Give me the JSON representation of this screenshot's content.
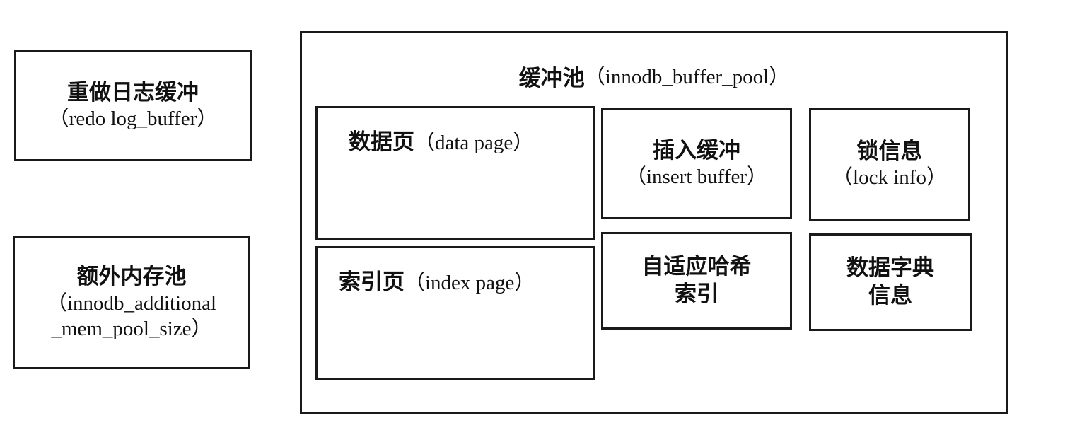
{
  "redo_log_buffer": {
    "title": "重做日志缓冲",
    "subtitle": "（redo log_buffer）"
  },
  "additional_mem_pool": {
    "title": "额外内存池",
    "subtitle_line1": "（innodb_additional",
    "subtitle_line2": "_mem_pool_size）"
  },
  "buffer_pool": {
    "title_zh": "缓冲池",
    "title_en": "（innodb_buffer_pool）",
    "data_page": {
      "title_zh": "数据页",
      "title_en": "（data page）"
    },
    "index_page": {
      "title_zh": "索引页",
      "title_en": "（index page）"
    },
    "insert_buffer": {
      "title": "插入缓冲",
      "subtitle": "（insert buffer）"
    },
    "lock_info": {
      "title": "锁信息",
      "subtitle": "（lock info）"
    },
    "adaptive_hash_index": {
      "line1": "自适应哈希",
      "line2": "索引"
    },
    "data_dictionary": {
      "line1": "数据字典",
      "line2": "信息"
    }
  }
}
